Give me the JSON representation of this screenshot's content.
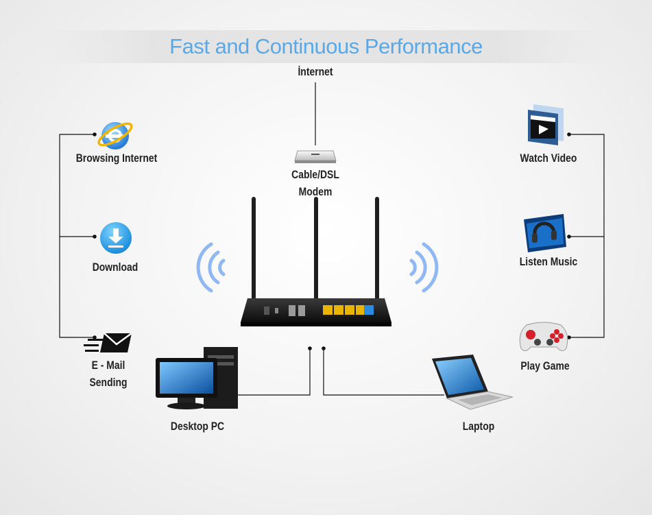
{
  "title": "Fast and Continuous Performance",
  "nodes": {
    "internet": "İnternet",
    "modem_line1": "Cable/DSL",
    "modem_line2": "Modem",
    "browsing": "Browsing Internet",
    "download": "Download",
    "email_line1": "E - Mail",
    "email_line2": "Sending",
    "desktop": "Desktop PC",
    "laptop": "Laptop",
    "video": "Watch Video",
    "music": "Listen Music",
    "game": "Play Game"
  },
  "colors": {
    "title": "#5aa9e6",
    "wifi": "#8fb8f5",
    "router_body": "#1a1a1a",
    "router_ports": "#e8b400"
  }
}
